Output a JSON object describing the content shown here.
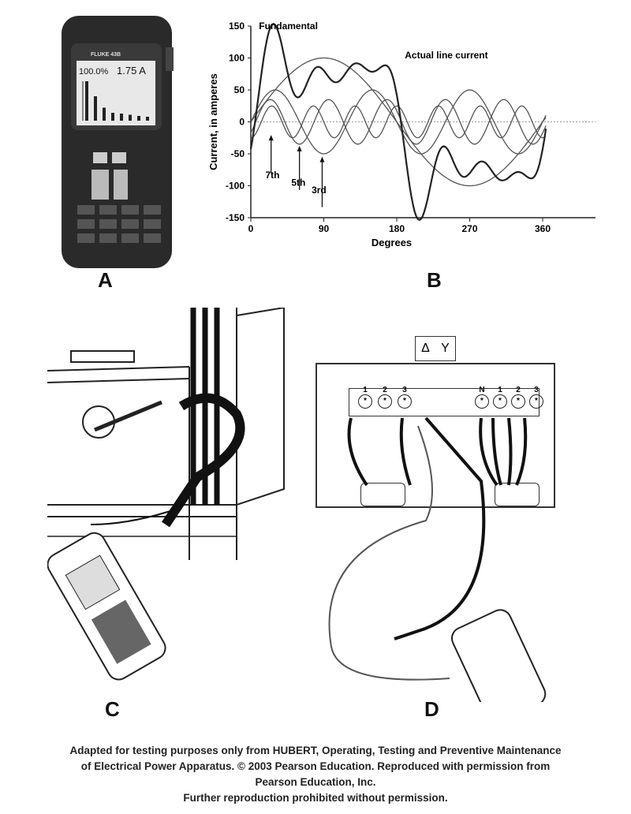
{
  "panels": {
    "a": "A",
    "b": "B",
    "c": "C",
    "d": "D"
  },
  "meter": {
    "brand": "FLUKE 43B",
    "reading_percent": "100.0%",
    "reading_current": "1.75 A",
    "bar_levels": [
      1.0,
      0.62,
      0.33,
      0.2,
      0.18,
      0.15,
      0.12,
      0.1
    ]
  },
  "chart_data": {
    "type": "line",
    "xlabel": "Degrees",
    "ylabel": "Current, in amperes",
    "xlim": [
      0,
      365
    ],
    "ylim": [
      -150,
      150
    ],
    "xticks": [
      "0",
      "90",
      "180",
      "270",
      "360"
    ],
    "yticks": [
      "150",
      "100",
      "50",
      "0",
      "-50",
      "-100",
      "-150"
    ],
    "series": [
      {
        "name": "Fundamental",
        "harmonic": 1,
        "amplitude": 100,
        "phase_deg": 0
      },
      {
        "name": "3rd",
        "harmonic": 3,
        "amplitude": 50,
        "phase_deg": 0
      },
      {
        "name": "5th",
        "harmonic": 5,
        "amplitude": 35,
        "phase_deg": -30
      },
      {
        "name": "7th",
        "harmonic": 7,
        "amplitude": 25,
        "phase_deg": -90
      },
      {
        "name": "Actual line current",
        "harmonic": "sum"
      }
    ],
    "annotations": [
      "Fundamental",
      "Actual line current",
      "7th",
      "5th",
      "3rd"
    ]
  },
  "terminal": {
    "left_labels": [
      "1",
      "2",
      "3"
    ],
    "right_labels": [
      "N",
      "1",
      "2",
      "3"
    ],
    "sign_delta": "Δ",
    "sign_wye": "Y"
  },
  "caption": {
    "line1": "Adapted for testing purposes only from HUBERT, Operating, Testing and Preventive Maintenance",
    "line2": "of Electrical Power Apparatus. © 2003 Pearson Education. Reproduced with permission from",
    "line3": "Pearson Education, Inc.",
    "line4": "Further reproduction prohibited without permission."
  }
}
